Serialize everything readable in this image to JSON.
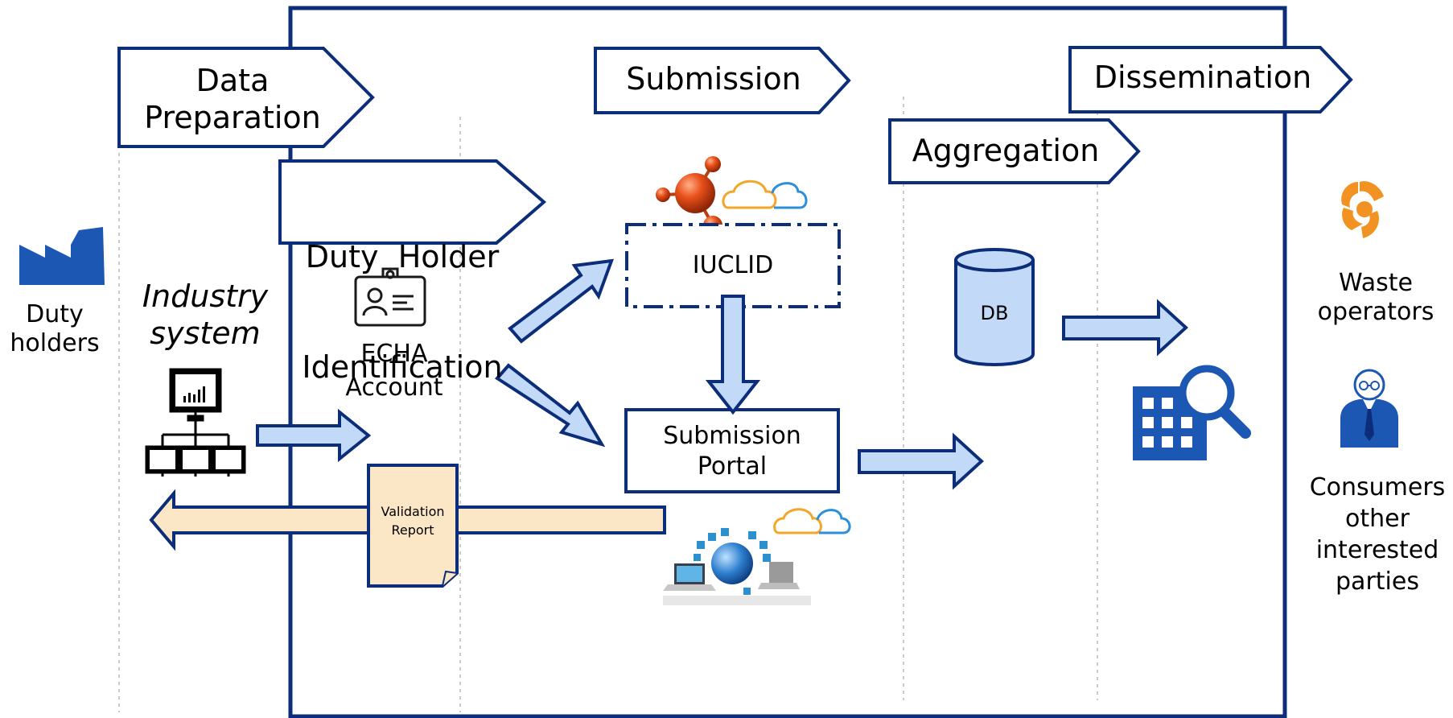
{
  "stages": {
    "data_preparation": [
      "Data",
      "Preparation"
    ],
    "duty_holder_identification": [
      "Duty  Holder",
      "Identification"
    ],
    "submission": "Submission",
    "aggregation": "Aggregation",
    "dissemination": "Dissemination"
  },
  "left": {
    "duty_holders": [
      "Duty",
      "holders"
    ],
    "industry_system": [
      "Industry",
      "system"
    ]
  },
  "nodes": {
    "echa_account": [
      "ECHA",
      "Account"
    ],
    "iuclid": "IUCLID",
    "submission_portal": [
      "Submission",
      "Portal"
    ],
    "db": "DB",
    "validation_report": [
      "Validation",
      "Report"
    ]
  },
  "right": {
    "waste_operators": [
      "Waste",
      "operators"
    ],
    "consumers": [
      "Consumers",
      "other",
      "interested",
      "parties"
    ]
  },
  "colors": {
    "navy": "#0b2d7a",
    "arrow_fill": "#c2d9f8",
    "report_fill": "#fbe6c6",
    "icon_blue": "#1c57b3",
    "orange": "#f29222"
  },
  "icons": [
    "factory-icon",
    "network-computers-icon",
    "id-card-icon",
    "molecule-icon",
    "cloud-icon",
    "database-icon",
    "globe-network-icon",
    "building-search-icon",
    "recycle-icon",
    "business-person-icon"
  ]
}
